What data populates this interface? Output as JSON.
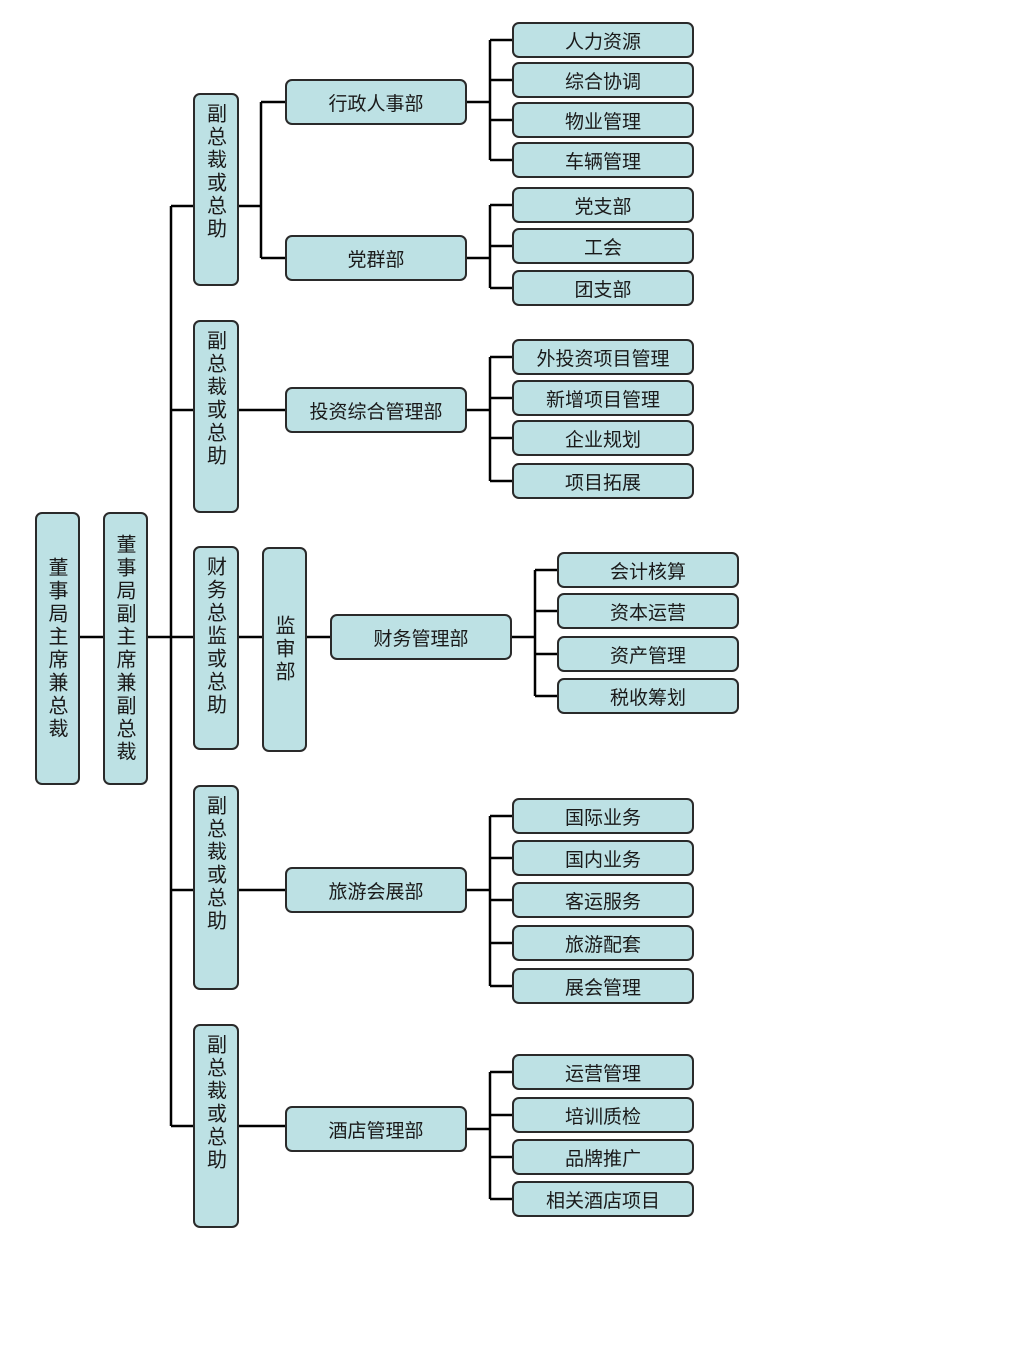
{
  "colors": {
    "box_fill": "#bde1e4",
    "box_border": "#2a2a2a",
    "line": "#000000"
  },
  "chairman": "董事局主席兼总裁",
  "vice_chairman": "董事局副主席兼副总裁",
  "branches": [
    {
      "head": "副总裁或总助",
      "departments": [
        {
          "name": "行政人事部",
          "units": [
            "人力资源",
            "综合协调",
            "物业管理",
            "车辆管理"
          ]
        },
        {
          "name": "党群部",
          "units": [
            "党支部",
            "工会",
            "团支部"
          ]
        }
      ]
    },
    {
      "head": "副总裁或总助",
      "departments": [
        {
          "name": "投资综合管理部",
          "units": [
            "外投资项目管理",
            "新增项目管理",
            "企业规划",
            "项目拓展"
          ]
        }
      ]
    },
    {
      "head": "财务总监或总助",
      "supervisor": "监审部",
      "departments": [
        {
          "name": "财务管理部",
          "units": [
            "会计核算",
            "资本运营",
            "资产管理",
            "税收筹划"
          ]
        }
      ]
    },
    {
      "head": "副总裁或总助",
      "departments": [
        {
          "name": "旅游会展部",
          "units": [
            "国际业务",
            "国内业务",
            "客运服务",
            "旅游配套",
            "展会管理"
          ]
        }
      ]
    },
    {
      "head": "副总裁或总助",
      "departments": [
        {
          "name": "酒店管理部",
          "units": [
            "运营管理",
            "培训质检",
            "品牌推广",
            "相关酒店项目"
          ]
        }
      ]
    }
  ]
}
